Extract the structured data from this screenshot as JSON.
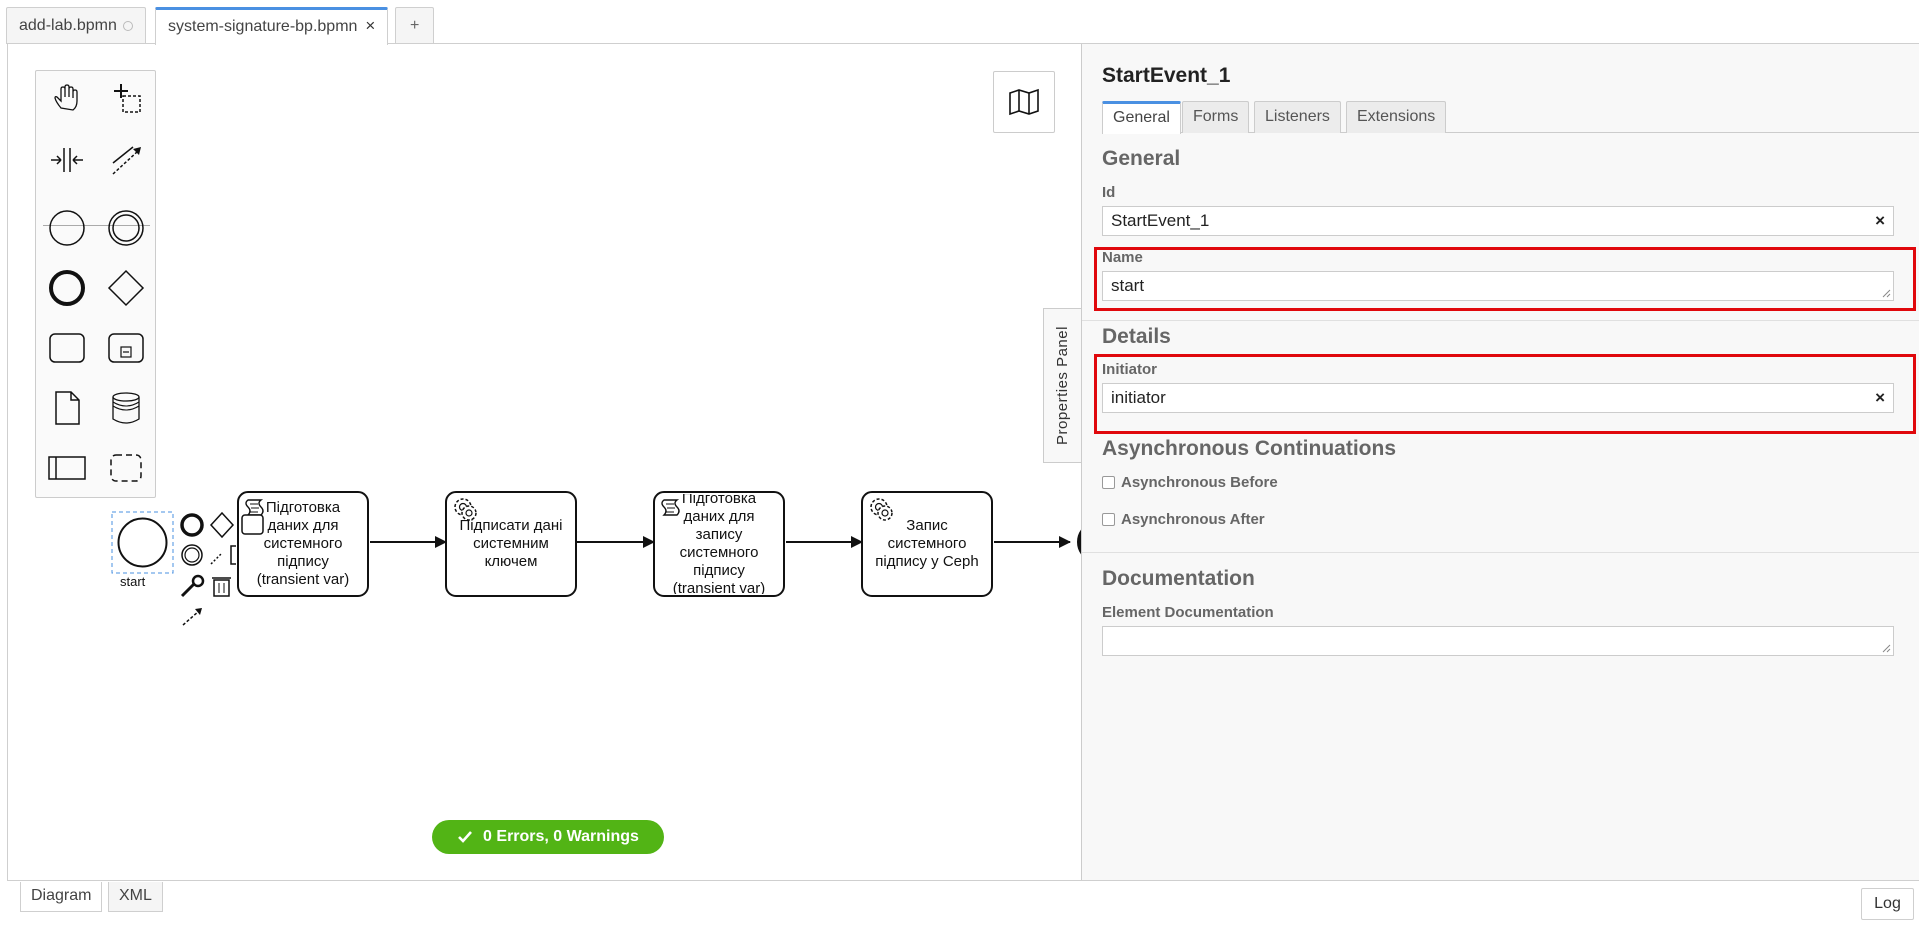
{
  "file_tabs": [
    {
      "label": "add-lab.bpmn",
      "active": false
    },
    {
      "label": "system-signature-bp.bpmn",
      "active": true
    }
  ],
  "add_tab_label": "+",
  "file_tab_close_glyph": "×",
  "palette_tools": [
    "hand-tool-icon",
    "lasso-tool-icon",
    "space-tool-icon",
    "global-connect-tool-icon",
    "create-start-event-icon",
    "create-intermediate-event-icon",
    "create-end-event-icon",
    "create-gateway-icon",
    "create-task-icon",
    "create-subprocess-icon",
    "create-data-object-icon",
    "create-data-store-icon",
    "create-participant-icon",
    "create-group-icon"
  ],
  "diagram": {
    "start_event_label": "start",
    "tasks": [
      {
        "icon": "script-task-icon",
        "label": "Підготовка даних для системного підпису (transient var)"
      },
      {
        "icon": "service-task-icon",
        "label": "Підписати дані системним ключем"
      },
      {
        "icon": "script-task-icon",
        "label": "Підготовка даних для запису системного підпису (transient var)"
      },
      {
        "icon": "service-task-icon",
        "label": "Запис системного підпису у Ceph"
      }
    ]
  },
  "lint_status": {
    "label": "0 Errors, 0 Warnings",
    "color": "#52b415"
  },
  "properties_toggle_label": "Properties Panel",
  "properties": {
    "title": "StartEvent_1",
    "tabs": [
      {
        "label": "General",
        "active": true
      },
      {
        "label": "Forms",
        "active": false
      },
      {
        "label": "Listeners",
        "active": false
      },
      {
        "label": "Extensions",
        "active": false
      }
    ],
    "general": {
      "title": "General",
      "id_label": "Id",
      "id_value": "StartEvent_1",
      "name_label": "Name",
      "name_value": "start"
    },
    "details": {
      "title": "Details",
      "initiator_label": "Initiator",
      "initiator_value": "initiator"
    },
    "async": {
      "title": "Asynchronous Continuations",
      "before_label": "Asynchronous Before",
      "before_checked": false,
      "after_label": "Asynchronous After",
      "after_checked": false
    },
    "documentation": {
      "title": "Documentation",
      "element_doc_label": "Element Documentation",
      "element_doc_value": ""
    },
    "clear_glyph": "×",
    "highlight_color": "#e0080c"
  },
  "bottom_tabs": [
    {
      "label": "Diagram",
      "active": true
    },
    {
      "label": "XML",
      "active": false
    }
  ],
  "log_button_label": "Log"
}
